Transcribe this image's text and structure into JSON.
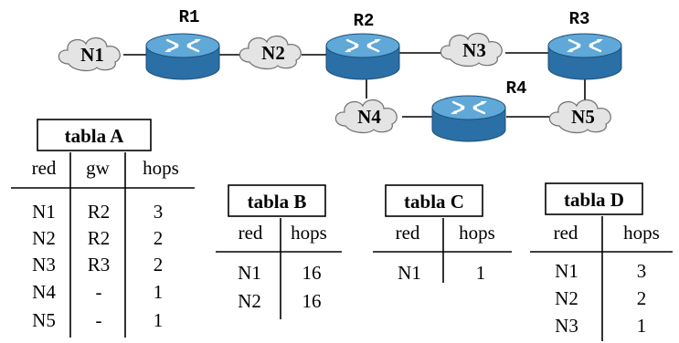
{
  "network": {
    "routers": [
      "R1",
      "R2",
      "R3",
      "R4"
    ],
    "networks": [
      "N1",
      "N2",
      "N3",
      "N4",
      "N5"
    ]
  },
  "tables": {
    "a": {
      "title": "tabla A",
      "headers": [
        "red",
        "gw",
        "hops"
      ],
      "rows": [
        [
          "N1",
          "R2",
          "3"
        ],
        [
          "N2",
          "R2",
          "2"
        ],
        [
          "N3",
          "R3",
          "2"
        ],
        [
          "N4",
          "-",
          "1"
        ],
        [
          "N5",
          "-",
          "1"
        ]
      ]
    },
    "b": {
      "title": "tabla B",
      "headers": [
        "red",
        "hops"
      ],
      "rows": [
        [
          "N1",
          "16"
        ],
        [
          "N2",
          "16"
        ]
      ]
    },
    "c": {
      "title": "tabla C",
      "headers": [
        "red",
        "hops"
      ],
      "rows": [
        [
          "N1",
          "1"
        ]
      ]
    },
    "d": {
      "title": "tabla D",
      "headers": [
        "red",
        "hops"
      ],
      "rows": [
        [
          "N1",
          "3"
        ],
        [
          "N2",
          "2"
        ],
        [
          "N3",
          "1"
        ]
      ]
    }
  },
  "colors": {
    "router_top": "#5fa8d8",
    "router_side": "#2a6fa5",
    "router_arrows": "#ffffff",
    "cloud_fill": "#e4e4e4",
    "cloud_outline": "#707070"
  },
  "icons": {
    "router": "router-icon",
    "network": "cloud-icon"
  }
}
